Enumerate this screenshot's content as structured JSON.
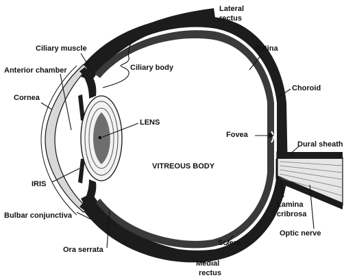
{
  "labels": {
    "lateral_rectus_line1": "Lateral",
    "lateral_rectus_line2": "rectus",
    "retina": "Retina",
    "ciliary_muscle": "Ciliary muscle",
    "ciliary_body": "Ciliary body",
    "anterior_chamber": "Anterior chamber",
    "choroid": "Choroid",
    "cornea": "Cornea",
    "lens": "LENS",
    "fovea": "Fovea",
    "dural_sheath": "Dural sheath",
    "vitreous_body": "VITREOUS BODY",
    "iris": "IRIS",
    "lamina_cribrosa_line1": "Lamina",
    "lamina_cribrosa_line2": "cribrosa",
    "bulbar_conjunctiva": "Bulbar conjunctiva",
    "optic_nerve": "Optic nerve",
    "ora_serrata": "Ora serrata",
    "sclera": "Sclera",
    "medial_rectus_line1": "Medial",
    "medial_rectus_line2": "rectus"
  },
  "colors": {
    "ink": "#111111",
    "sclera": "#1c1c1c",
    "choroid": "#3a3a3a",
    "cornea": "#d8d8d8",
    "lens_core": "#6e6e6e",
    "optic_nerve": "#e6e6e6",
    "background": "#ffffff"
  }
}
